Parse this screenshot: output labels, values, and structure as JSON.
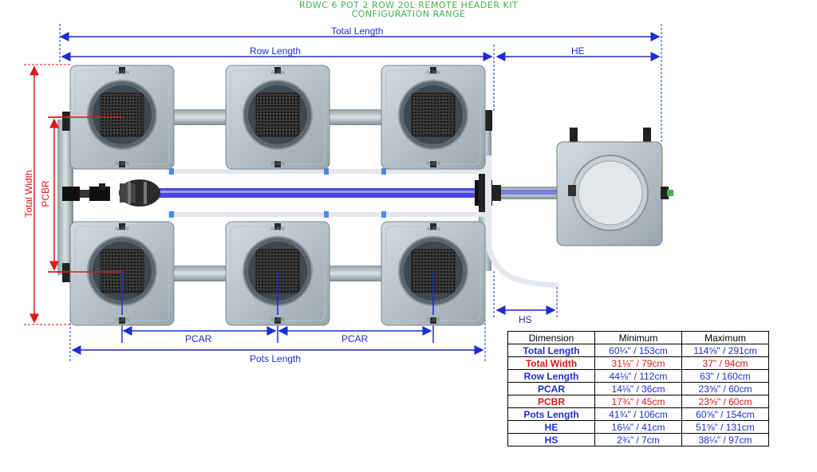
{
  "title": {
    "line1": "RDWC 6 POT 2 ROW 20L REMOTE HEADER KIT",
    "line2": "CONFIGURATION RANGE"
  },
  "labels": {
    "total_length": "Total Length",
    "row_length": "Row Length",
    "he": "HE",
    "hs": "HS",
    "pcar_left": "PCAR",
    "pcar_right": "PCAR",
    "pots_length": "Pots Length",
    "total_width": "Total Width",
    "pcbr": "PCBR"
  },
  "pot_labels": {
    "top": "ALIEN",
    "bottom": "ALIEN"
  },
  "table": {
    "headers": [
      "Dimension",
      "Minimum",
      "Maximum"
    ],
    "rows": [
      {
        "dim": "Total Length",
        "min": "60¼\" / 153cm",
        "max": "114⅝\" / 291cm",
        "color": "blue"
      },
      {
        "dim": "Total Width",
        "min": "31⅛\" / 79cm",
        "max": "37\" / 94cm",
        "color": "red"
      },
      {
        "dim": "Row Length",
        "min": "44⅛\" / 112cm",
        "max": "63\" / 160cm",
        "color": "blue"
      },
      {
        "dim": "PCAR",
        "min": "14⅛\" / 36cm",
        "max": "23⅝\" / 60cm",
        "color": "blue"
      },
      {
        "dim": "PCBR",
        "min": "17¾\" / 45cm",
        "max": "23⅝\" / 60cm",
        "color": "red"
      },
      {
        "dim": "Pots Length",
        "min": "41¾\" / 106cm",
        "max": "60⅝\" / 154cm",
        "color": "blue"
      },
      {
        "dim": "HE",
        "min": "16⅛\" / 41cm",
        "max": "51⅝\" / 131cm",
        "color": "blue"
      },
      {
        "dim": "HS",
        "min": "2¾\" / 7cm",
        "max": "38¼\" / 97cm",
        "color": "blue"
      }
    ]
  },
  "colors": {
    "blue_dim": "#1c2fd0",
    "red_dim": "#e0161b",
    "title_green": "#3fb34a",
    "tube": "#4a4ae0"
  }
}
